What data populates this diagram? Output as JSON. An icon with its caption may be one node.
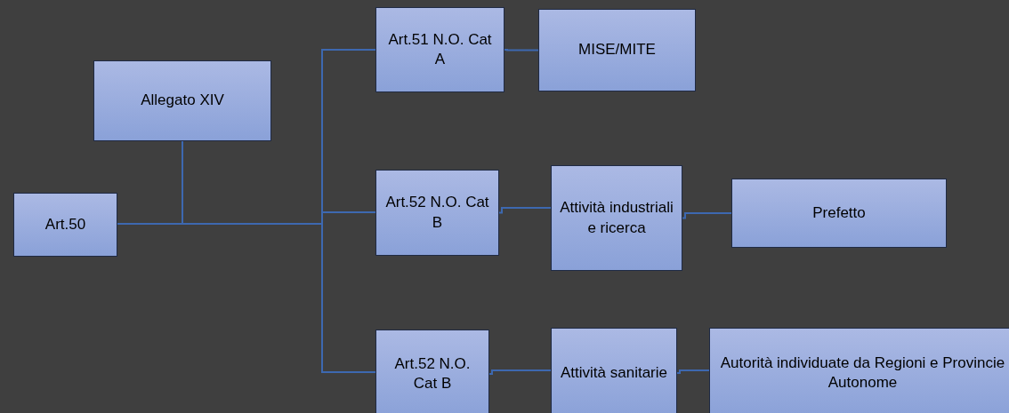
{
  "diagram": {
    "nodes": [
      {
        "text": [
          "Allegato XIV"
        ]
      },
      {
        "text": [
          "Art.50"
        ]
      },
      {
        "text": [
          "Art.51 N.O. Cat A"
        ]
      },
      {
        "text": [
          "MISE/MITE"
        ]
      },
      {
        "text": [
          "Art.52 N.O. Cat B"
        ]
      },
      {
        "text": [
          "Attività industriali e ricerca"
        ]
      },
      {
        "text": [
          "Prefetto"
        ]
      },
      {
        "text": [
          "Art.52 N.O. Cat B"
        ]
      },
      {
        "text": [
          "Attività sanitarie"
        ]
      },
      {
        "text": [
          "Autorità  individuate da Regioni e Provincie Autonome"
        ]
      }
    ],
    "edges": [
      {
        "from": 0,
        "to": 1,
        "arrow": "none"
      },
      {
        "from": 1,
        "to": 2,
        "arrow": "none"
      },
      {
        "from": 1,
        "to": 4,
        "arrow": "none"
      },
      {
        "from": 1,
        "to": 7,
        "arrow": "none"
      },
      {
        "from": 2,
        "to": 3,
        "arrow": "none"
      },
      {
        "from": 4,
        "to": 5,
        "arrow": "none"
      },
      {
        "from": 5,
        "to": 6,
        "arrow": "none"
      },
      {
        "from": 7,
        "to": 8,
        "arrow": "none"
      },
      {
        "from": 8,
        "to": 9,
        "arrow": "none"
      }
    ]
  }
}
